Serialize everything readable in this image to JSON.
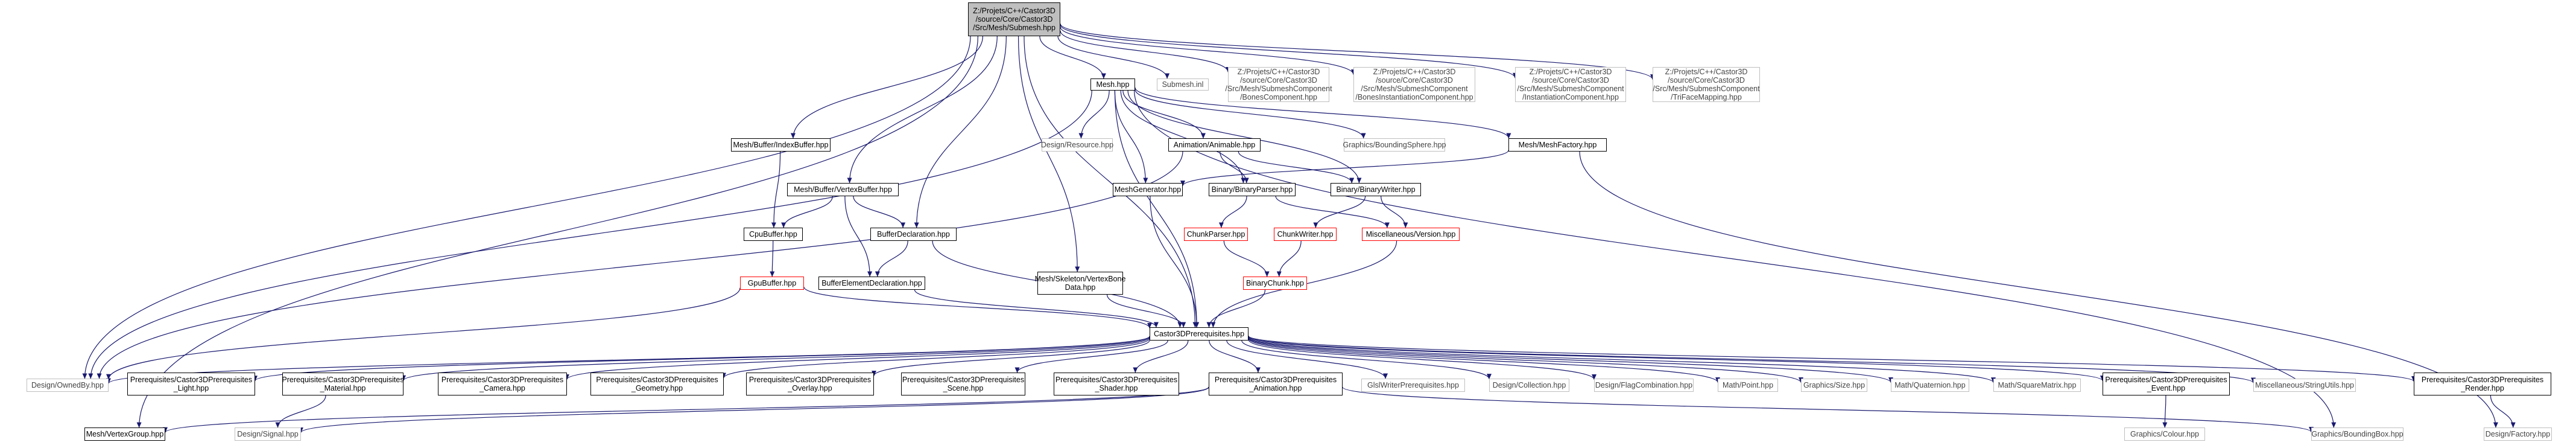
{
  "nodes": [
    {
      "id": "submesh",
      "label": "Z:/Projets/C++/Castor3D\n/source/Core/Castor3D\n/Src/Mesh/Submesh.hpp",
      "kind": "focus"
    },
    {
      "id": "mesh",
      "label": "Mesh.hpp",
      "kind": "normal"
    },
    {
      "id": "submesh_inl",
      "label": "Submesh.inl",
      "kind": "external"
    },
    {
      "id": "bones_comp",
      "label": "Z:/Projets/C++/Castor3D\n/source/Core/Castor3D\n/Src/Mesh/SubmeshComponent\n/BonesComponent.hpp",
      "kind": "external"
    },
    {
      "id": "bones_inst",
      "label": "Z:/Projets/C++/Castor3D\n/source/Core/Castor3D\n/Src/Mesh/SubmeshComponent\n/BonesInstantiationComponent.hpp",
      "kind": "external"
    },
    {
      "id": "inst_comp",
      "label": "Z:/Projets/C++/Castor3D\n/source/Core/Castor3D\n/Src/Mesh/SubmeshComponent\n/InstantiationComponent.hpp",
      "kind": "external"
    },
    {
      "id": "tri_face",
      "label": "Z:/Projets/C++/Castor3D\n/source/Core/Castor3D\n/Src/Mesh/SubmeshComponent\n/TriFaceMapping.hpp",
      "kind": "external"
    },
    {
      "id": "index_buffer",
      "label": "Mesh/Buffer/IndexBuffer.hpp",
      "kind": "normal"
    },
    {
      "id": "vertex_buffer",
      "label": "Mesh/Buffer/VertexBuffer.hpp",
      "kind": "normal"
    },
    {
      "id": "cpu_buffer",
      "label": "CpuBuffer.hpp",
      "kind": "normal"
    },
    {
      "id": "gpu_buffer",
      "label": "GpuBuffer.hpp",
      "kind": "missing"
    },
    {
      "id": "buffer_decl",
      "label": "BufferDeclaration.hpp",
      "kind": "normal"
    },
    {
      "id": "buffer_elem",
      "label": "BufferElementDeclaration.hpp",
      "kind": "normal"
    },
    {
      "id": "skel_vertex",
      "label": "Mesh/Skeleton/VertexBone\nData.hpp",
      "kind": "normal"
    },
    {
      "id": "design_resource",
      "label": "Design/Resource.hpp",
      "kind": "external"
    },
    {
      "id": "animable",
      "label": "Animation/Animable.hpp",
      "kind": "normal"
    },
    {
      "id": "bounding_sphere",
      "label": "Graphics/BoundingSphere.hpp",
      "kind": "external"
    },
    {
      "id": "mesh_factory",
      "label": "Mesh/MeshFactory.hpp",
      "kind": "normal"
    },
    {
      "id": "mesh_generator",
      "label": "MeshGenerator.hpp",
      "kind": "normal"
    },
    {
      "id": "binary_parser",
      "label": "Binary/BinaryParser.hpp",
      "kind": "normal"
    },
    {
      "id": "binary_writer",
      "label": "Binary/BinaryWriter.hpp",
      "kind": "normal"
    },
    {
      "id": "chunk_parser",
      "label": "ChunkParser.hpp",
      "kind": "missing"
    },
    {
      "id": "chunk_writer",
      "label": "ChunkWriter.hpp",
      "kind": "missing"
    },
    {
      "id": "misc_version",
      "label": "Miscellaneous/Version.hpp",
      "kind": "missing"
    },
    {
      "id": "binary_chunk",
      "label": "BinaryChunk.hpp",
      "kind": "missing"
    },
    {
      "id": "c3d_prereq",
      "label": "Castor3DPrerequisites.hpp",
      "kind": "normal"
    },
    {
      "id": "owned_by",
      "label": "Design/OwnedBy.hpp",
      "kind": "external"
    },
    {
      "id": "pr_light",
      "label": "Prerequisites/Castor3DPrerequisites\n_Light.hpp",
      "kind": "normal"
    },
    {
      "id": "pr_material",
      "label": "Prerequisites/Castor3DPrerequisites\n_Material.hpp",
      "kind": "normal"
    },
    {
      "id": "pr_camera",
      "label": "Prerequisites/Castor3DPrerequisites\n_Camera.hpp",
      "kind": "normal"
    },
    {
      "id": "pr_geometry",
      "label": "Prerequisites/Castor3DPrerequisites\n_Geometry.hpp",
      "kind": "normal"
    },
    {
      "id": "pr_overlay",
      "label": "Prerequisites/Castor3DPrerequisites\n_Overlay.hpp",
      "kind": "normal"
    },
    {
      "id": "pr_scene",
      "label": "Prerequisites/Castor3DPrerequisites\n_Scene.hpp",
      "kind": "normal"
    },
    {
      "id": "pr_shader",
      "label": "Prerequisites/Castor3DPrerequisites\n_Shader.hpp",
      "kind": "normal"
    },
    {
      "id": "pr_animation",
      "label": "Prerequisites/Castor3DPrerequisites\n_Animation.hpp",
      "kind": "normal"
    },
    {
      "id": "glsl_writer",
      "label": "GlslWriterPrerequisites.hpp",
      "kind": "external"
    },
    {
      "id": "design_collection",
      "label": "Design/Collection.hpp",
      "kind": "external"
    },
    {
      "id": "flag_combination",
      "label": "Design/FlagCombination.hpp",
      "kind": "external"
    },
    {
      "id": "math_point",
      "label": "Math/Point.hpp",
      "kind": "external"
    },
    {
      "id": "graphics_size",
      "label": "Graphics/Size.hpp",
      "kind": "external"
    },
    {
      "id": "math_quaternion",
      "label": "Math/Quaternion.hpp",
      "kind": "external"
    },
    {
      "id": "math_square",
      "label": "Math/SquareMatrix.hpp",
      "kind": "external"
    },
    {
      "id": "pr_event",
      "label": "Prerequisites/Castor3DPrerequisites\n_Event.hpp",
      "kind": "normal"
    },
    {
      "id": "string_utils",
      "label": "Miscellaneous/StringUtils.hpp",
      "kind": "external"
    },
    {
      "id": "pr_render",
      "label": "Prerequisites/Castor3DPrerequisites\n_Render.hpp",
      "kind": "normal"
    },
    {
      "id": "vertex_group",
      "label": "Mesh/VertexGroup.hpp",
      "kind": "normal"
    },
    {
      "id": "design_signal",
      "label": "Design/Signal.hpp",
      "kind": "external"
    },
    {
      "id": "graphics_colour",
      "label": "Graphics/Colour.hpp",
      "kind": "external"
    },
    {
      "id": "bounding_box",
      "label": "Graphics/BoundingBox.hpp",
      "kind": "external"
    },
    {
      "id": "design_factory",
      "label": "Design/Factory.hpp",
      "kind": "external"
    }
  ],
  "edges": [
    [
      "submesh",
      "mesh"
    ],
    [
      "submesh",
      "submesh_inl"
    ],
    [
      "submesh",
      "bones_comp"
    ],
    [
      "submesh",
      "bones_inst"
    ],
    [
      "submesh",
      "inst_comp"
    ],
    [
      "submesh",
      "tri_face"
    ],
    [
      "submesh",
      "index_buffer"
    ],
    [
      "submesh",
      "vertex_buffer"
    ],
    [
      "submesh",
      "buffer_decl"
    ],
    [
      "submesh",
      "skel_vertex"
    ],
    [
      "submesh",
      "c3d_prereq"
    ],
    [
      "submesh",
      "owned_by"
    ],
    [
      "submesh",
      "vertex_group"
    ],
    [
      "mesh",
      "design_resource"
    ],
    [
      "mesh",
      "animable"
    ],
    [
      "mesh",
      "bounding_sphere"
    ],
    [
      "mesh",
      "mesh_factory"
    ],
    [
      "mesh",
      "mesh_generator"
    ],
    [
      "mesh",
      "binary_parser"
    ],
    [
      "mesh",
      "binary_writer"
    ],
    [
      "mesh",
      "c3d_prereq"
    ],
    [
      "mesh",
      "owned_by"
    ],
    [
      "mesh",
      "bounding_box"
    ],
    [
      "index_buffer",
      "cpu_buffer"
    ],
    [
      "vertex_buffer",
      "cpu_buffer"
    ],
    [
      "vertex_buffer",
      "buffer_decl"
    ],
    [
      "vertex_buffer",
      "buffer_elem"
    ],
    [
      "cpu_buffer",
      "gpu_buffer"
    ],
    [
      "gpu_buffer",
      "c3d_prereq"
    ],
    [
      "gpu_buffer",
      "owned_by"
    ],
    [
      "buffer_decl",
      "buffer_elem"
    ],
    [
      "buffer_decl",
      "c3d_prereq"
    ],
    [
      "buffer_elem",
      "c3d_prereq"
    ],
    [
      "skel_vertex",
      "c3d_prereq"
    ],
    [
      "animable",
      "binary_parser"
    ],
    [
      "animable",
      "binary_writer"
    ],
    [
      "animable",
      "owned_by"
    ],
    [
      "mesh_factory",
      "mesh_generator"
    ],
    [
      "mesh_factory",
      "design_factory"
    ],
    [
      "mesh_generator",
      "c3d_prereq"
    ],
    [
      "binary_parser",
      "chunk_parser"
    ],
    [
      "binary_parser",
      "misc_version"
    ],
    [
      "binary_writer",
      "chunk_writer"
    ],
    [
      "binary_writer",
      "misc_version"
    ],
    [
      "chunk_parser",
      "binary_chunk"
    ],
    [
      "chunk_writer",
      "binary_chunk"
    ],
    [
      "misc_version",
      "c3d_prereq"
    ],
    [
      "binary_chunk",
      "c3d_prereq"
    ],
    [
      "c3d_prereq",
      "owned_by"
    ],
    [
      "c3d_prereq",
      "pr_light"
    ],
    [
      "c3d_prereq",
      "pr_material"
    ],
    [
      "c3d_prereq",
      "pr_camera"
    ],
    [
      "c3d_prereq",
      "pr_geometry"
    ],
    [
      "c3d_prereq",
      "pr_overlay"
    ],
    [
      "c3d_prereq",
      "pr_scene"
    ],
    [
      "c3d_prereq",
      "pr_shader"
    ],
    [
      "c3d_prereq",
      "pr_animation"
    ],
    [
      "c3d_prereq",
      "glsl_writer"
    ],
    [
      "c3d_prereq",
      "design_collection"
    ],
    [
      "c3d_prereq",
      "flag_combination"
    ],
    [
      "c3d_prereq",
      "math_point"
    ],
    [
      "c3d_prereq",
      "graphics_size"
    ],
    [
      "c3d_prereq",
      "math_quaternion"
    ],
    [
      "c3d_prereq",
      "math_square"
    ],
    [
      "c3d_prereq",
      "pr_event"
    ],
    [
      "c3d_prereq",
      "string_utils"
    ],
    [
      "c3d_prereq",
      "pr_render"
    ],
    [
      "pr_material",
      "design_signal"
    ],
    [
      "pr_animation",
      "vertex_group"
    ],
    [
      "pr_animation",
      "design_signal"
    ],
    [
      "pr_animation",
      "bounding_box"
    ],
    [
      "pr_event",
      "graphics_colour"
    ],
    [
      "pr_render",
      "design_factory"
    ]
  ]
}
